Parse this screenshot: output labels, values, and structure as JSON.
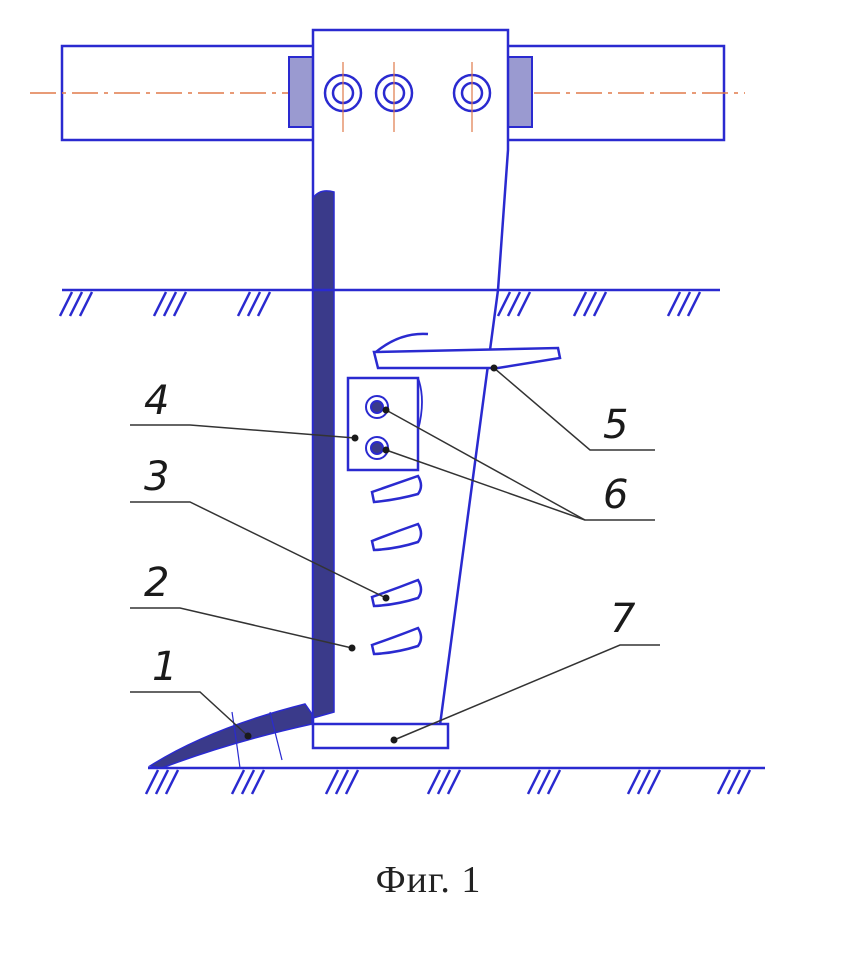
{
  "colors": {
    "line": "#2a2ad0",
    "shin": "#3a3a8a",
    "hatch": "#2a2ad0",
    "leader": "#333333",
    "centerline": "#e07a4a",
    "text": "#1a1a1a"
  },
  "labels": [
    "1",
    "2",
    "3",
    "4",
    "5",
    "6",
    "7"
  ],
  "caption": "Фиг. 1"
}
